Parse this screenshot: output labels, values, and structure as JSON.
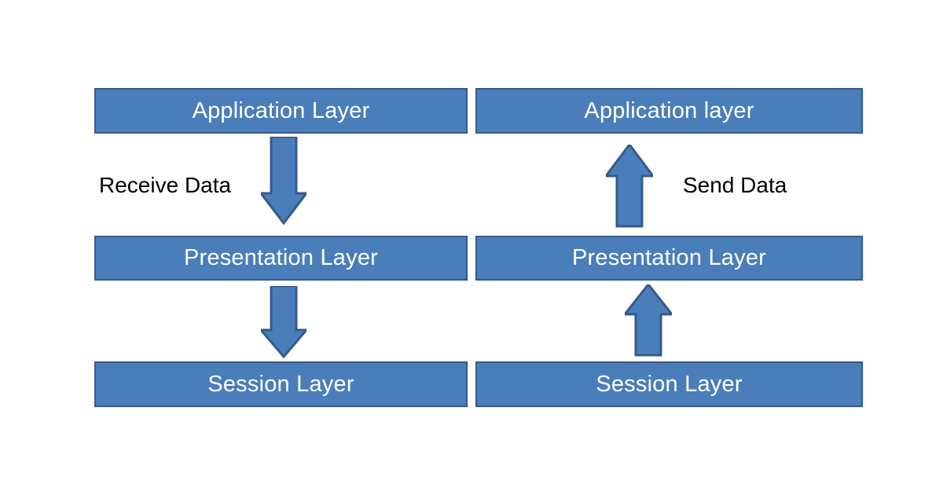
{
  "diagram": {
    "title": "OSI layer data flow between two hosts",
    "background_color": "#FFFFFF",
    "box_fill_color": "#4A7EBB",
    "box_border_color": "#37598B",
    "box_text_color": "#FFFFFF",
    "label_text_color": "#000000",
    "arrow_fill_color": "#4A7EBB",
    "arrow_border_color": "#37598B"
  },
  "columns": [
    {
      "name": "receiving-host",
      "direction_label": "Receive Data",
      "flow": "down",
      "boxes": [
        {
          "label": "Application Layer"
        },
        {
          "label": "Presentation Layer"
        },
        {
          "label": "Session Layer"
        }
      ]
    },
    {
      "name": "sending-host",
      "direction_label": "Send Data",
      "flow": "up",
      "boxes": [
        {
          "label": "Application layer"
        },
        {
          "label": "Presentation Layer"
        },
        {
          "label": "Session Layer"
        }
      ]
    }
  ],
  "arrows": [
    {
      "name": "arrow-down-application-to-presentation",
      "direction": "down",
      "icon": "arrow-down-icon"
    },
    {
      "name": "arrow-down-presentation-to-session",
      "direction": "down",
      "icon": "arrow-down-icon"
    },
    {
      "name": "arrow-up-presentation-to-application",
      "direction": "up",
      "icon": "arrow-up-icon"
    },
    {
      "name": "arrow-up-session-to-presentation",
      "direction": "up",
      "icon": "arrow-up-icon"
    }
  ]
}
